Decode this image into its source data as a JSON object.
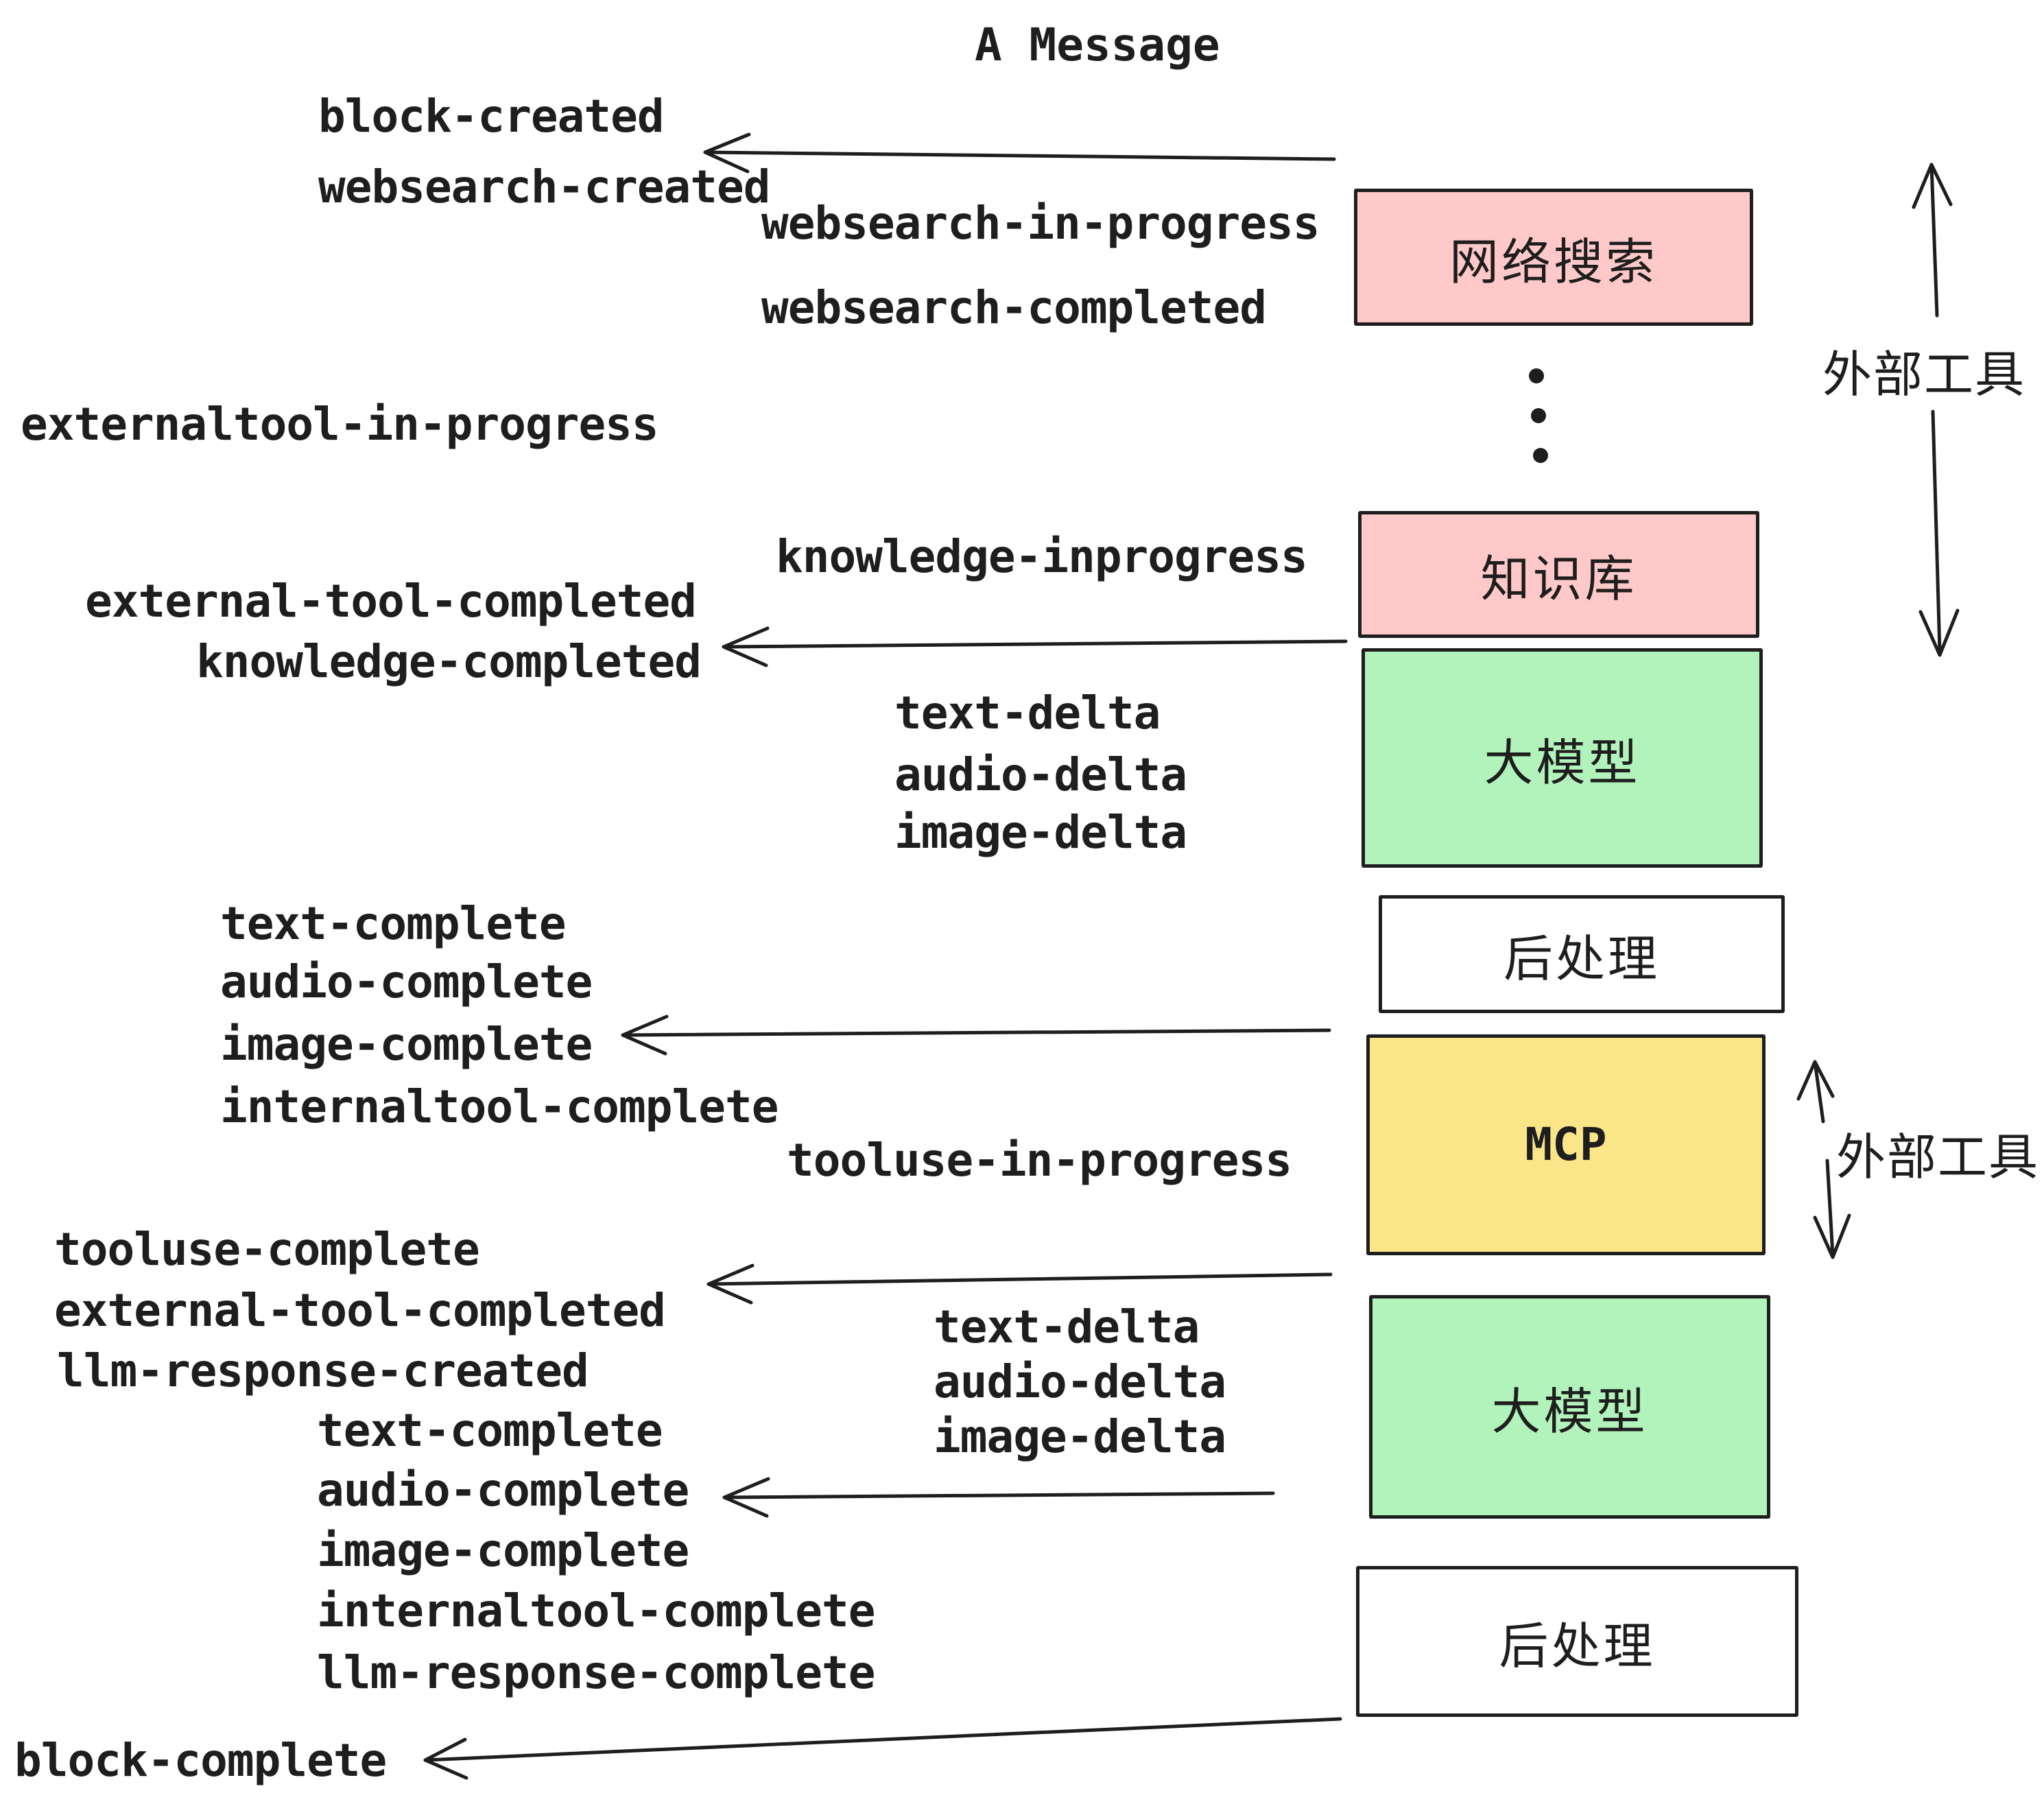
{
  "title": "A Message",
  "colors": {
    "background": "#ffffff",
    "ink": "#1e1e1e",
    "box_pink": "#ffc9c9",
    "box_green": "#b2f2bb",
    "box_yellow": "#fae588",
    "box_white": "#ffffff"
  },
  "boxes": {
    "websearch": "网络搜索",
    "knowledge": "知识库",
    "llm_1": "大模型",
    "postprocess_1": "后处理",
    "mcp": "MCP",
    "llm_2": "大模型",
    "postprocess_2": "后处理"
  },
  "side_labels": {
    "external_tools_1": "外部工具",
    "external_tools_2": "外部工具"
  },
  "events": {
    "block_created": "block-created",
    "websearch_created": "websearch-created",
    "websearch_in_progress": "websearch-in-progress",
    "websearch_completed": "websearch-completed",
    "externaltool_in_progress": "externaltool-in-progress",
    "knowledge_inprogress": "knowledge-inprogress",
    "external_tool_completed_1": "external-tool-completed",
    "knowledge_completed": "knowledge-completed",
    "text_delta_1": "text-delta",
    "audio_delta_1": "audio-delta",
    "image_delta_1": "image-delta",
    "text_complete_1": "text-complete",
    "audio_complete_1": "audio-complete",
    "image_complete_1": "image-complete",
    "internaltool_complete_1": "internaltool-complete",
    "tooluse_in_progress": "tooluse-in-progress",
    "tooluse_complete": "tooluse-complete",
    "external_tool_completed_2": "external-tool-completed",
    "llm_response_created": "llm-response-created",
    "text_delta_2": "text-delta",
    "audio_delta_2": "audio-delta",
    "image_delta_2": "image-delta",
    "text_complete_2": "text-complete",
    "audio_complete_2": "audio-complete",
    "image_complete_2": "image-complete",
    "internaltool_complete_2": "internaltool-complete",
    "llm_response_complete": "llm-response-complete",
    "block_complete": "block-complete"
  }
}
